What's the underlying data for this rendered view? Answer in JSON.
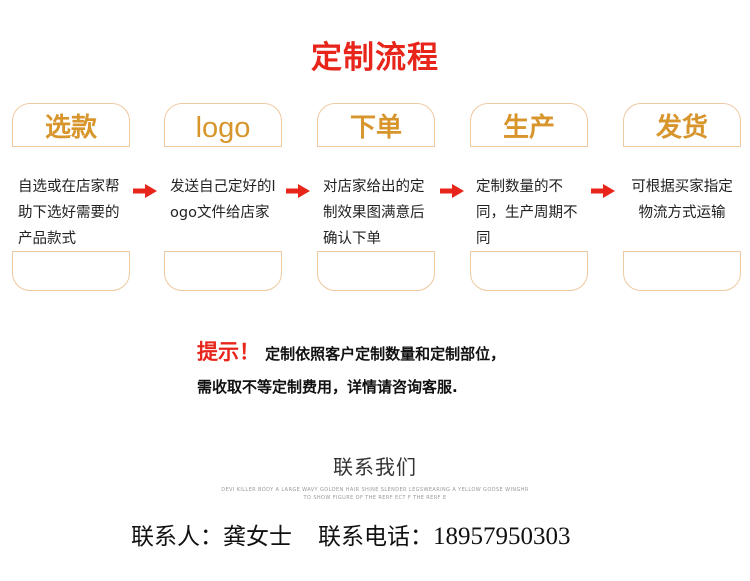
{
  "title": "定制流程",
  "steps": [
    {
      "heading": "选款",
      "text": "自选或在店家帮助下选好需要的产品款式"
    },
    {
      "heading": "logo",
      "text": "发送自己定好的logo文件给店家"
    },
    {
      "heading": "下单",
      "text": "对店家给出的定制效果图满意后确认下单"
    },
    {
      "heading": "生产",
      "text": "定制数量的不同，生产周期不同"
    },
    {
      "heading": "发货",
      "text": "可根据买家指定物流方式运输"
    }
  ],
  "tip": {
    "label": "提示！",
    "line1": "定制依照客户定制数量和定制部位，",
    "line2": "需收取不等定制费用，详情请咨询客服."
  },
  "contact": {
    "title": "联系我们",
    "small_line1": "DEVI KILLER BODY A LARGE WAVY GOLDEN HAIR SHINE SLENDER LEGSWEARING A YELLOW GOOSE WINGHR",
    "small_line2": "TO SHOW FIGURE OF THE RERF ECT F THE RERF E",
    "person_label": "联系人：",
    "person_name": "龚女士",
    "phone_label": "联系电话：",
    "phone": "18957950303"
  },
  "colors": {
    "title": "#e8251a",
    "heading": "#d7952c",
    "card_border": "#efc9a0",
    "arrow": "#e8251a"
  }
}
